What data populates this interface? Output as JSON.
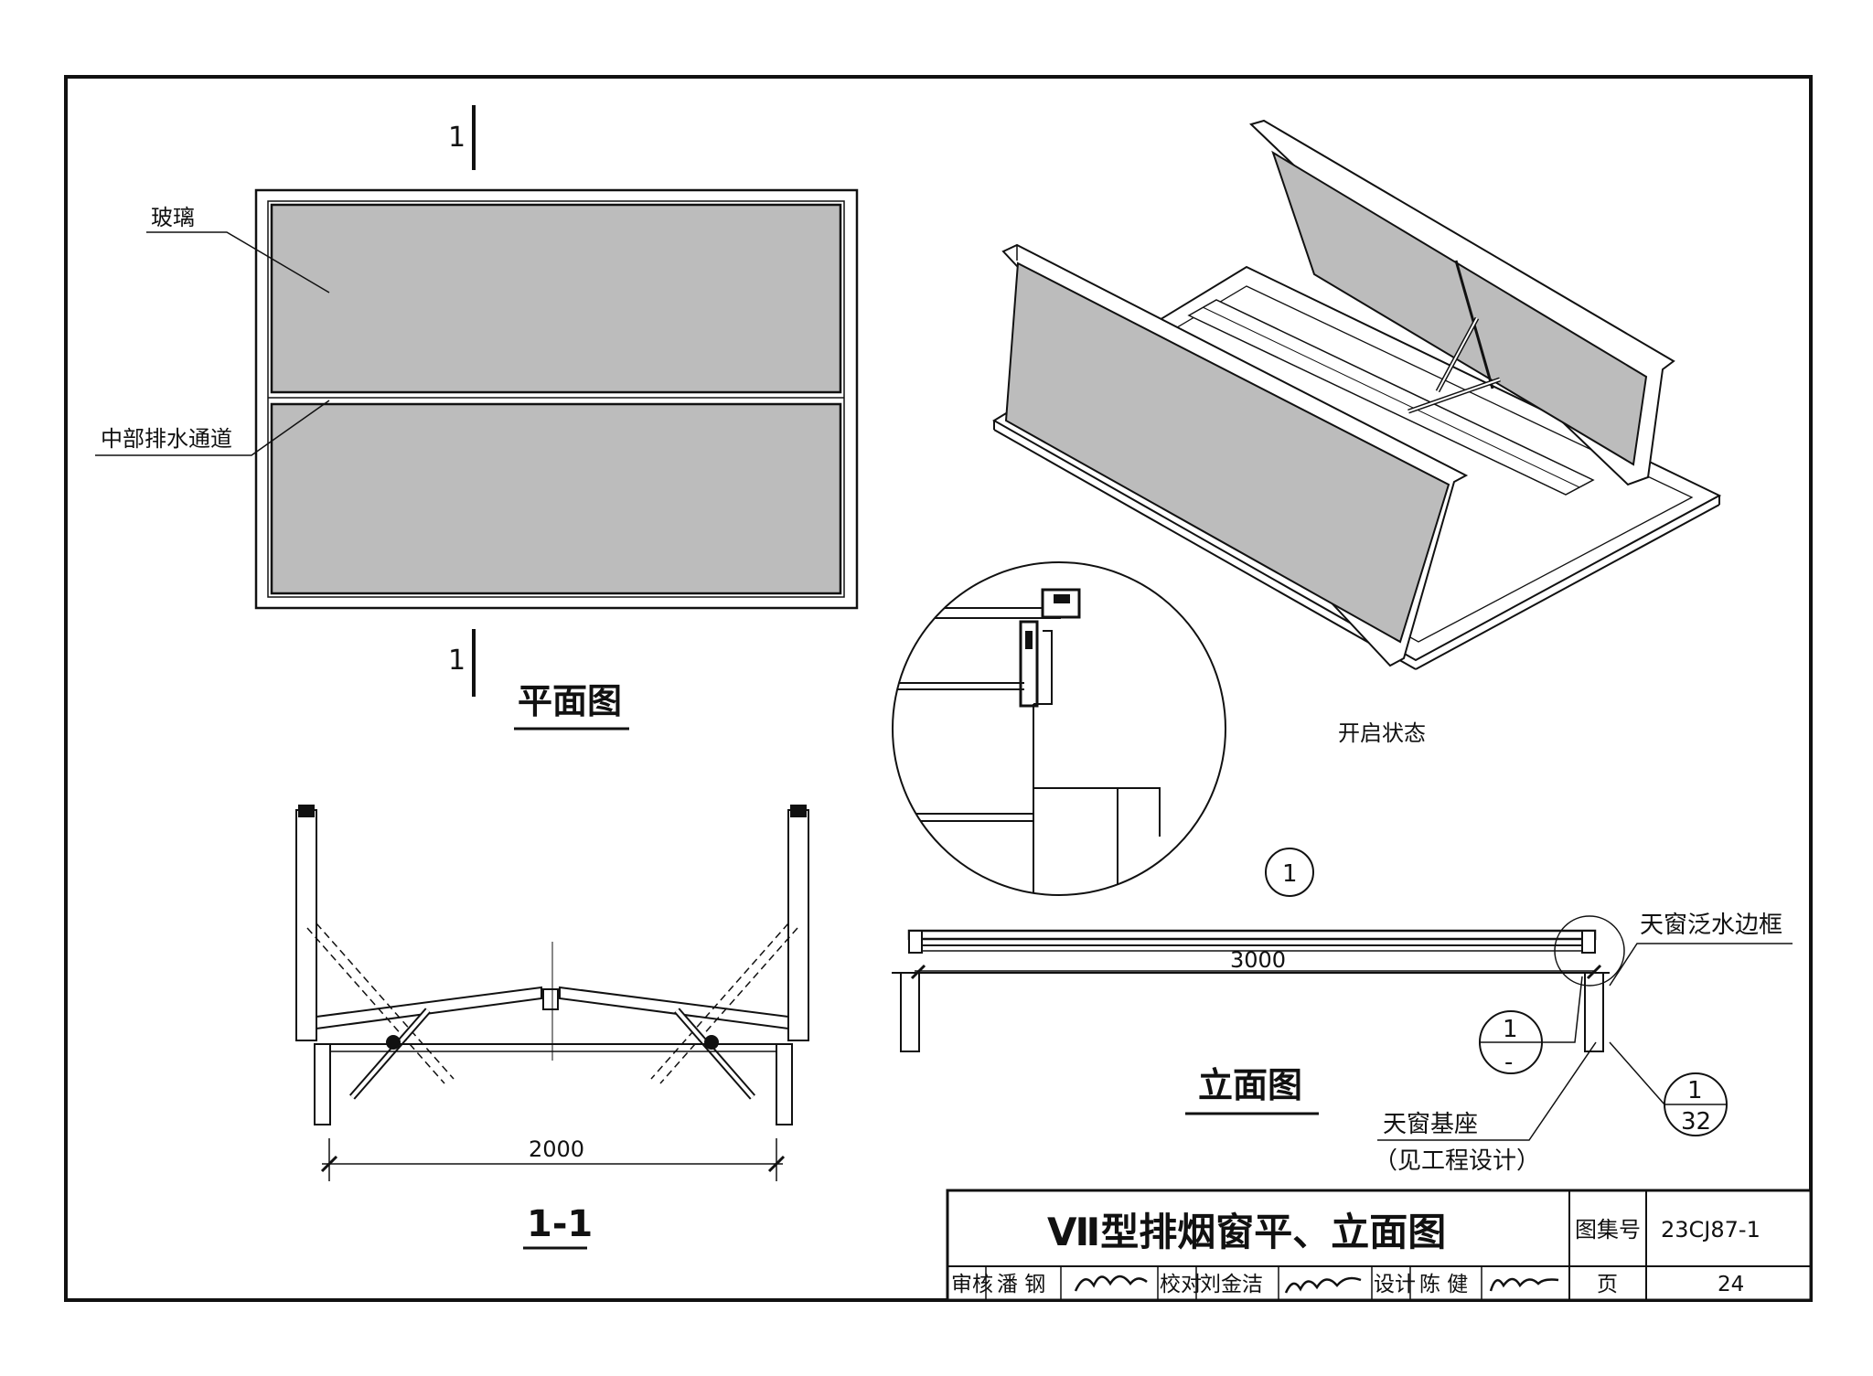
{
  "plan": {
    "section_mark_top": "1",
    "section_mark_bottom": "1",
    "label_glass": "玻璃",
    "label_drain": "中部排水通道",
    "title": "平面图"
  },
  "open_state": {
    "caption": "开启状态"
  },
  "section": {
    "title": "1-1",
    "dimension": "2000"
  },
  "elevation": {
    "title": "立面图",
    "detail_callout": "1",
    "dimension": "3000",
    "label_flashing_frame": "天窗泛水边框",
    "label_base": "天窗基座",
    "label_base_note": "（见工程设计）",
    "ref1_top": "1",
    "ref1_bottom": "-",
    "ref2_top": "1",
    "ref2_bottom": "32"
  },
  "titleblock": {
    "drawing_title": "Ⅶ型排烟窗平、立面图",
    "atlas_no_label": "图集号",
    "atlas_no": "23CJ87-1",
    "review_label": "审核",
    "reviewer": "潘 钢",
    "check_label": "校对",
    "checker": "刘金洁",
    "design_label": "设计",
    "designer": "陈 健",
    "page_label": "页",
    "page_no": "24"
  }
}
